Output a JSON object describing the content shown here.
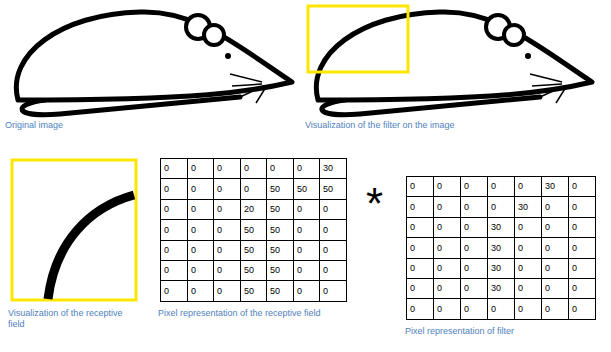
{
  "diagram": {
    "labels": [
      "Original image",
      "Visualization of the filter on the image",
      "Visualization of the receptive field",
      "Pixel representation of the receptive field",
      "*",
      "Pixel representation of filter",
      "0",
      "0",
      "0",
      "0",
      "0",
      "0",
      "30",
      "0",
      "0",
      "0",
      "0",
      "50",
      "50",
      "50",
      "0",
      "0",
      "0",
      "20",
      "50",
      "0",
      "0",
      "0",
      "0",
      "0",
      "50",
      "50",
      "0",
      "0",
      "0",
      "0",
      "0",
      "50",
      "50",
      "0",
      "0",
      "0",
      "0",
      "0",
      "50",
      "50",
      "0",
      "0",
      "0",
      "0",
      "0",
      "50",
      "50",
      "0",
      "0",
      "0",
      "0",
      "0",
      "0",
      "0",
      "30",
      "0",
      "0",
      "0",
      "0",
      "0",
      "30",
      "0",
      "0",
      "0",
      "0",
      "0",
      "30",
      "0",
      "0",
      "0",
      "0",
      "0",
      "0",
      "30",
      "0",
      "0",
      "0",
      "0",
      "0",
      "0",
      "30",
      "0",
      "0",
      "0",
      "0",
      "0",
      "0",
      "30",
      "0",
      "0",
      "0",
      "0",
      "0",
      "0",
      "0",
      "0",
      "0",
      "0"
    ]
  }
}
